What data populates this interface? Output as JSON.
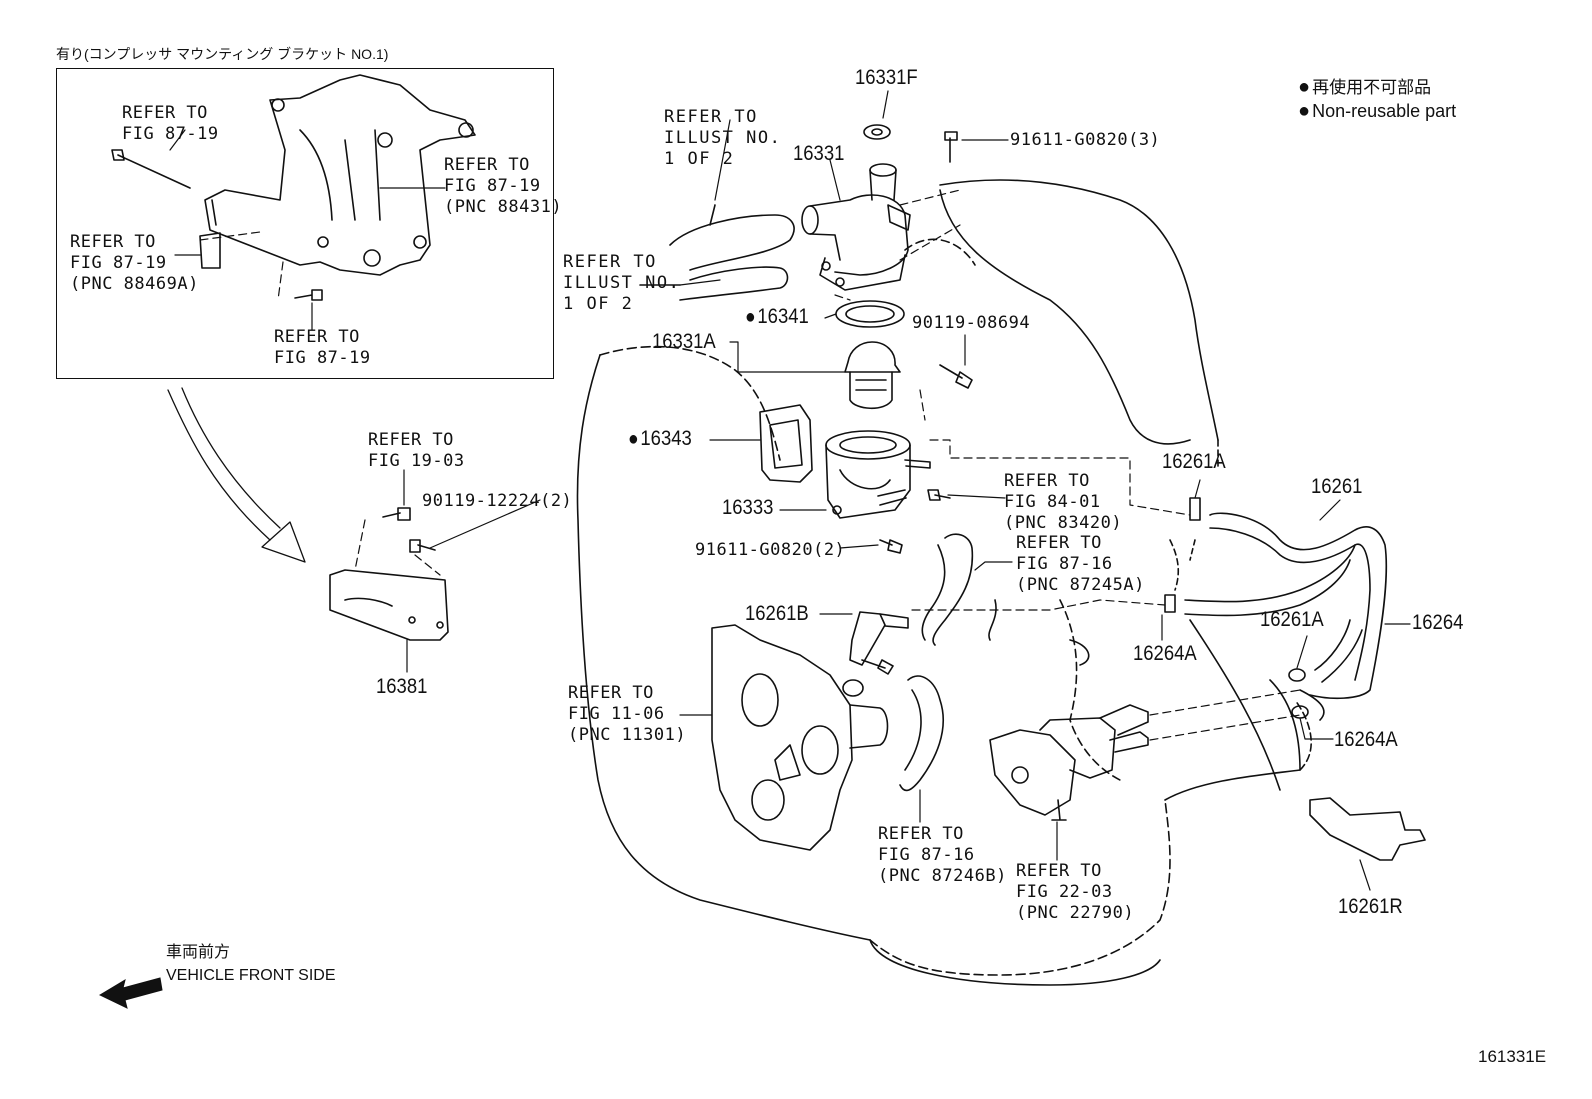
{
  "inset_title": "有り(コンプレッサ マウンティング ブラケット NO.1)",
  "legend": {
    "jp": "再使用不可部品",
    "en": "Non-reusable part"
  },
  "front": {
    "jp": "車両前方",
    "en": "VEHICLE FRONT SIDE"
  },
  "figure_id": "161331E",
  "inset_refs": {
    "r1": "REFER TO\nFIG 87-19",
    "r2": "REFER TO\nFIG 87-19\n(PNC 88431)",
    "r3": "REFER TO\nFIG 87-19\n(PNC 88469A)",
    "r4": "REFER TO\nFIG 87-19"
  },
  "refs": {
    "fig1903": "REFER TO\nFIG 19-03",
    "illust_top": "REFER TO\nILLUST NO.\n1 OF 2",
    "illust_mid": "REFER TO\nILLUST NO.\n1 OF 2",
    "fig8401": "REFER TO\nFIG 84-01\n(PNC 83420)",
    "fig8716a": "REFER TO\nFIG 87-16\n(PNC 87245A)",
    "fig1106": "REFER TO\nFIG 11-06\n(PNC 11301)",
    "fig8716b": "REFER TO\nFIG 87-16\n(PNC 87246B)",
    "fig2203": "REFER TO\nFIG 22-03\n(PNC 22790)"
  },
  "parts": {
    "p16331F": "16331F",
    "p91611_3": "91611-G0820(3)",
    "p16331": "16331",
    "p16341": "16341",
    "p90119_08694": "90119-08694",
    "p16331A": "16331A",
    "p16343": "16343",
    "p16333": "16333",
    "p91611_2": "91611-G0820(2)",
    "p90119_12224": "90119-12224(2)",
    "p16381": "16381",
    "p16261B": "16261B",
    "p16261A_top": "16261A",
    "p16261": "16261",
    "p16264": "16264",
    "p16264A_mid": "16264A",
    "p16261A_mid": "16261A",
    "p16264A_low": "16264A",
    "p16261R": "16261R"
  },
  "colors": {
    "line": "#111111",
    "background": "#ffffff"
  }
}
